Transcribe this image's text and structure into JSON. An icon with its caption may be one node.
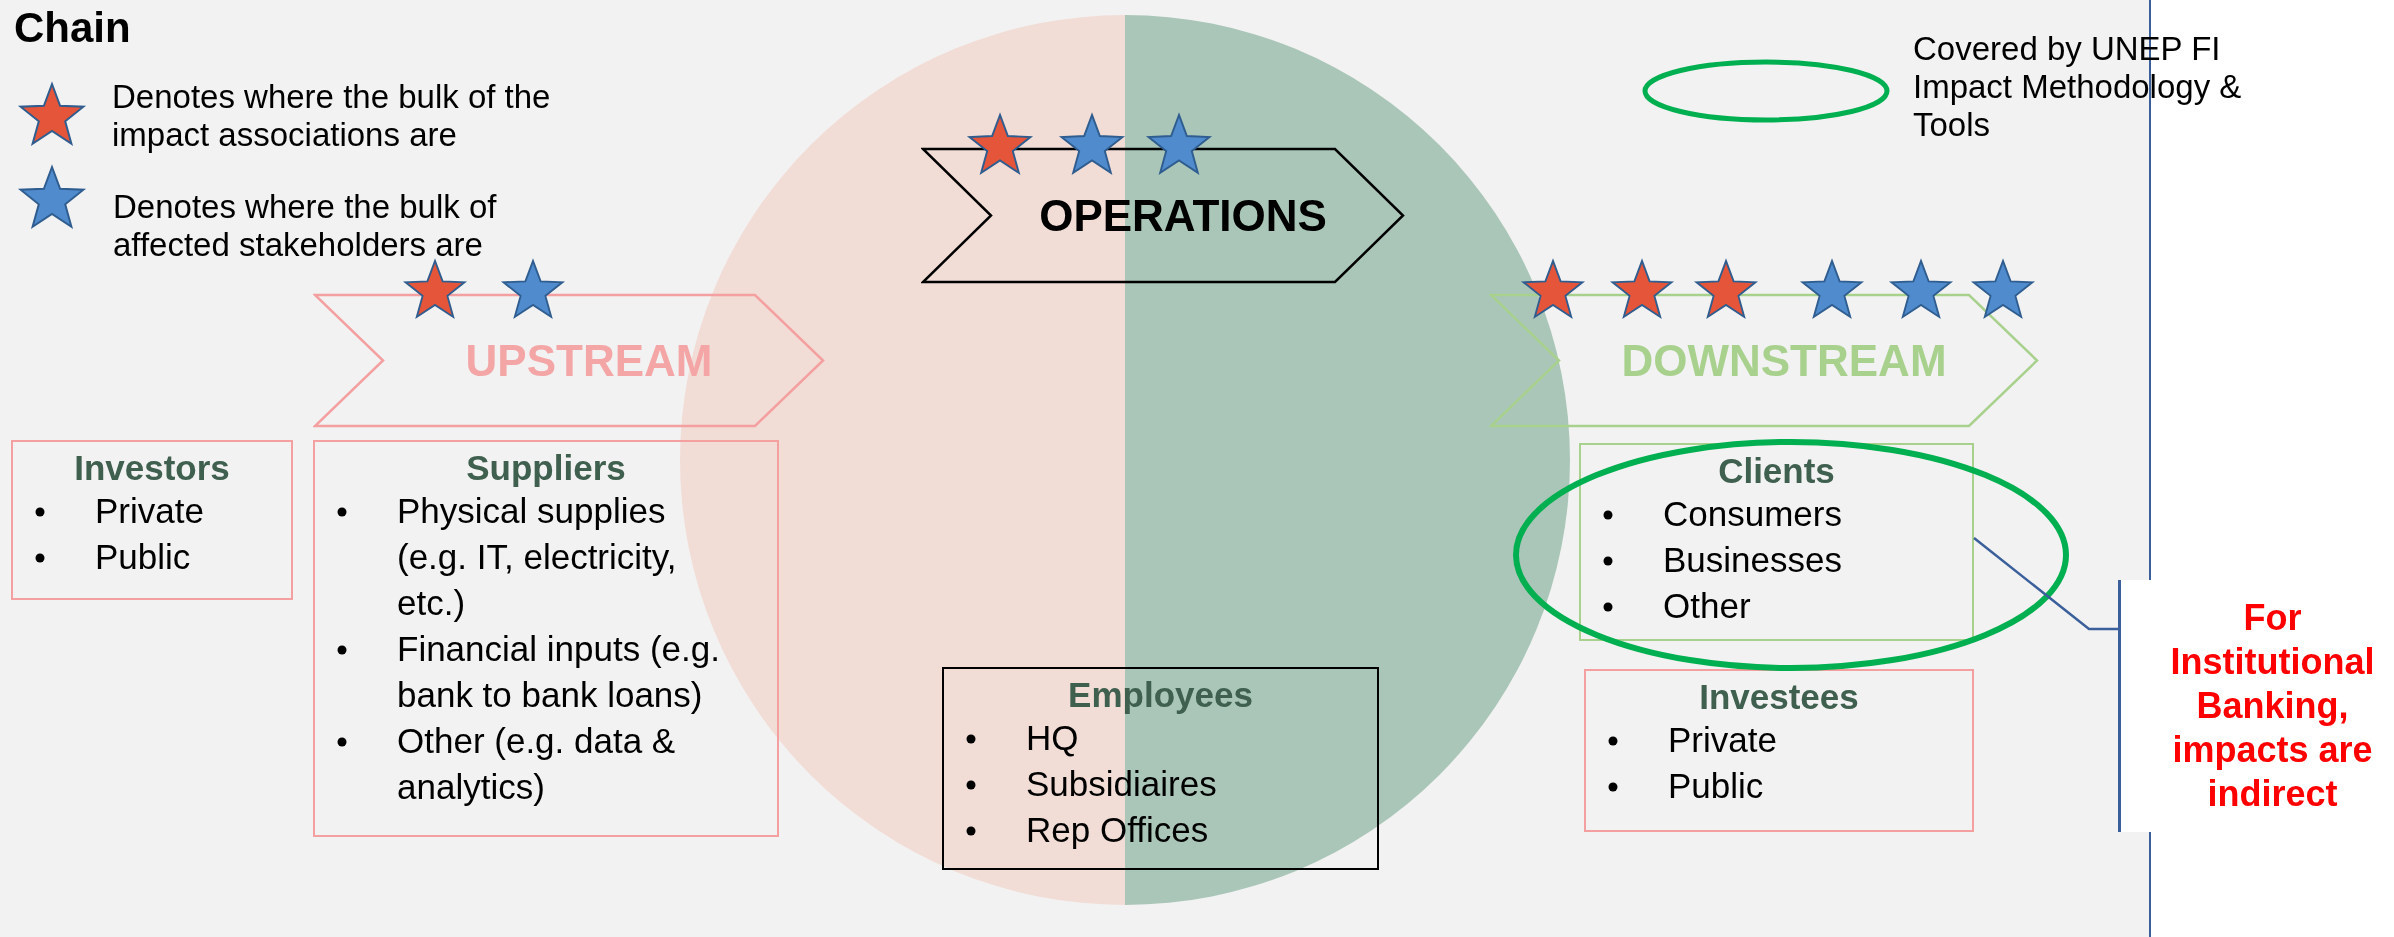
{
  "diagram": {
    "title": "Chain",
    "nodes": [
      {
        "text": [
          "UPSTREAM"
        ]
      },
      {
        "text": [
          "OPERATIONS"
        ]
      },
      {
        "text": [
          "DOWNSTREAM"
        ]
      },
      {
        "text": [
          "Investors",
          "Private",
          "Public"
        ]
      },
      {
        "text": [
          "Suppliers",
          "Physical supplies (e.g. IT, electricity, etc.)",
          "Financial inputs (e.g. bank to bank loans)",
          "Other (e.g. data & analytics)"
        ]
      },
      {
        "text": [
          "Employees",
          "HQ",
          "Subsidiaires",
          "Rep Offices"
        ]
      },
      {
        "text": [
          "Clients",
          "Consumers",
          "Businesses",
          "Other"
        ]
      },
      {
        "text": [
          "Investees",
          "Private",
          "Public"
        ]
      },
      {
        "text": [
          "For Institutional Banking, impacts are indirect"
        ]
      }
    ],
    "edges": [
      {
        "from": 8,
        "to": 6,
        "arrow": "none"
      }
    ],
    "legend": [
      {
        "text": "Denotes where the bulk of the impact associations are"
      },
      {
        "text": "Denotes where the bulk of affected stakeholders are"
      },
      {
        "text": "Covered by UNEP FI Impact Methodology & Tools"
      }
    ]
  }
}
